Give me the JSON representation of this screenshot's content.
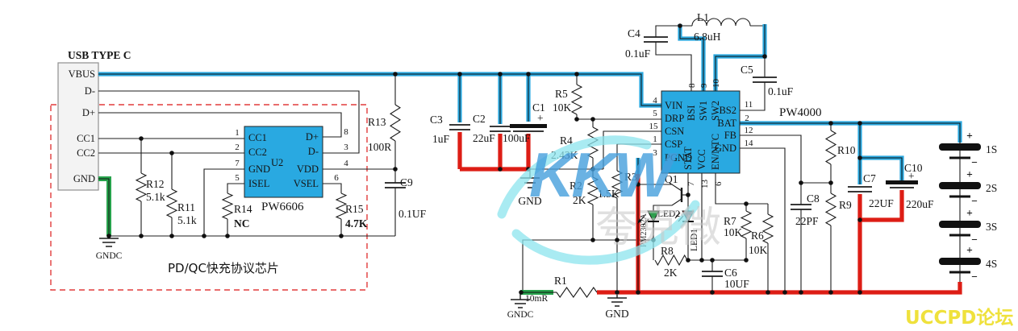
{
  "colors": {
    "wire_blue": "#2aa7de",
    "wire_red": "#dd1d15",
    "wire_green": "#27a24c",
    "chip_fill": "#29a9e1",
    "dashed_box": "#e23b3b",
    "forum_yellow": "#efe13c",
    "watermark_blue": "#459fdd",
    "watermark_cyan": "#8ce4ee"
  },
  "usb": {
    "title": "USB TYPE C",
    "pins": [
      "VBUS",
      "D-",
      "D+",
      "CC1",
      "CC2",
      "GND"
    ]
  },
  "u2": {
    "ref": "U2",
    "part": "PW6606",
    "note": "PD/QC快充协议芯片",
    "left": [
      {
        "num": "1",
        "name": "CC1"
      },
      {
        "num": "2",
        "name": "CC2"
      },
      {
        "num": "7",
        "name": "GND"
      },
      {
        "num": "5",
        "name": "ISEL"
      }
    ],
    "right": [
      {
        "num": "8",
        "name": "D+"
      },
      {
        "num": "3",
        "name": "D-"
      },
      {
        "num": "4",
        "name": "VDD"
      },
      {
        "num": "6",
        "name": "VSEL"
      }
    ]
  },
  "u1": {
    "part": "PW4000",
    "left": [
      {
        "num": "4",
        "name": "VIN"
      },
      {
        "num": "5",
        "name": "DRP"
      },
      {
        "num": "15",
        "name": "CSN"
      },
      {
        "num": "1",
        "name": "CSP"
      },
      {
        "num": "3",
        "name": "PGND"
      }
    ],
    "right": [
      {
        "num": "11",
        "name": "BS2"
      },
      {
        "num": "2",
        "name": "BAT"
      },
      {
        "num": "12",
        "name": "FB"
      },
      {
        "num": "14",
        "name": "GND"
      }
    ],
    "top": [
      {
        "num": "8",
        "name": "BSI"
      },
      {
        "num": "9",
        "name": "SW1"
      },
      {
        "num": "10",
        "name": "SW2"
      }
    ],
    "bottom": [
      {
        "num": "7",
        "name": "STAT"
      },
      {
        "num": "13",
        "name": "VCC"
      },
      {
        "num": "6",
        "name": "EN/NTC"
      }
    ]
  },
  "resistors": {
    "r1": {
      "ref": "R1",
      "value": "10mR"
    },
    "r2": {
      "ref": "R2",
      "value": "2K"
    },
    "r3": {
      "ref": "R3",
      "value": "1.5K"
    },
    "r4": {
      "ref": "R4",
      "value": "2.43K"
    },
    "r5": {
      "ref": "R5",
      "value": "10K"
    },
    "r6": {
      "ref": "R6",
      "value": "10K"
    },
    "r7": {
      "ref": "R7",
      "value": "10K"
    },
    "r8": {
      "ref": "R8",
      "value": "2K"
    },
    "r9": {
      "ref": "R9"
    },
    "r10": {
      "ref": "R10"
    },
    "r11": {
      "ref": "R11",
      "value": "5.1k"
    },
    "r12": {
      "ref": "R12",
      "value": "5.1k"
    },
    "r13": {
      "ref": "R13",
      "value": "100R"
    },
    "r14": {
      "ref": "R14",
      "value": "NC"
    },
    "r15": {
      "ref": "R15",
      "value": "4.7K"
    }
  },
  "capacitors": {
    "c1": {
      "ref": "C1",
      "value": "100uF",
      "plus": "+"
    },
    "c2": {
      "ref": "C2",
      "value": "22uF"
    },
    "c3": {
      "ref": "C3",
      "value": "1uF"
    },
    "c4": {
      "ref": "C4",
      "value": "0.1uF"
    },
    "c5": {
      "ref": "C5",
      "value": "0.1uF"
    },
    "c6": {
      "ref": "C6",
      "value": "10UF"
    },
    "c7": {
      "ref": "C7",
      "value": "22UF"
    },
    "c8": {
      "ref": "C8",
      "value": "22PF"
    },
    "c9": {
      "ref": "C9",
      "value": "0.1UF"
    },
    "c10": {
      "ref": "C10",
      "value": "220uF",
      "plus": "+"
    }
  },
  "inductor": {
    "ref": "L1",
    "value": "6.8uH"
  },
  "transistor": {
    "ref": "Q1",
    "part": "PM2302A"
  },
  "leds": {
    "led1": "LED1",
    "led2": "LED2"
  },
  "grounds": {
    "gnd": "GND",
    "gndc": "GNDC"
  },
  "battery": {
    "cells": [
      "1S",
      "2S",
      "3S",
      "4S"
    ],
    "plus": "+",
    "minus": "−"
  },
  "watermarks": {
    "logo": "KKW",
    "logo_cn": "夸克微",
    "forum": "UCCPD论坛"
  }
}
